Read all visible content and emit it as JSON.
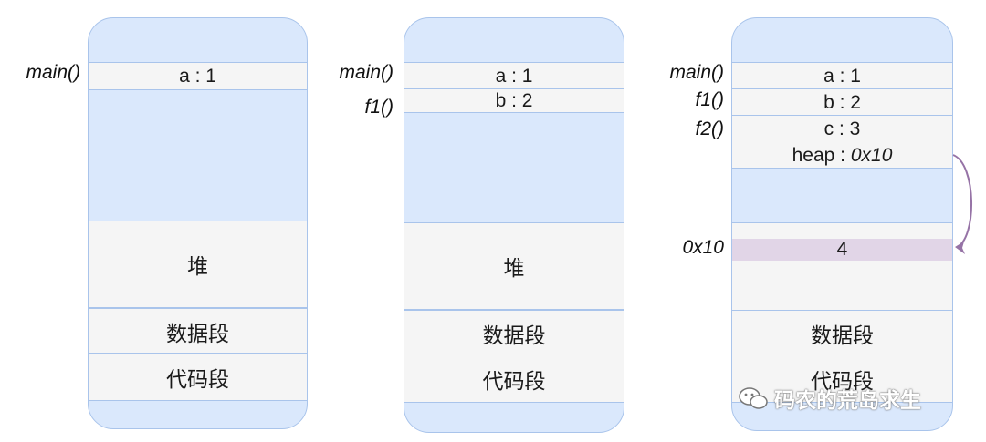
{
  "columns": [
    {
      "labels": {
        "main": "main()"
      },
      "cells": {
        "a": "a : 1",
        "heap": "堆",
        "data": "数据段",
        "code": "代码段"
      }
    },
    {
      "labels": {
        "main": "main()",
        "f1": "f1()"
      },
      "cells": {
        "a": "a : 1",
        "b": "b : 2",
        "heap": "堆",
        "data": "数据段",
        "code": "代码段"
      }
    },
    {
      "labels": {
        "main": "main()",
        "f1": "f1()",
        "f2": "f2()",
        "addr": "0x10"
      },
      "cells": {
        "a": "a : 1",
        "b": "b : 2",
        "c": "c : 3",
        "heap_prefix": "heap : ",
        "heap_ptr": "0x10",
        "heap_value": "4",
        "data": "数据段",
        "code": "代码段"
      }
    }
  ],
  "watermark": {
    "text": "码农的荒岛求生",
    "icon": "wechat-icon"
  },
  "colors": {
    "stack": "#dae8fc",
    "border": "#a9c4eb",
    "segment": "#f5f5f5",
    "highlight": "#e1d5e7",
    "arrow": "#9673a6"
  }
}
